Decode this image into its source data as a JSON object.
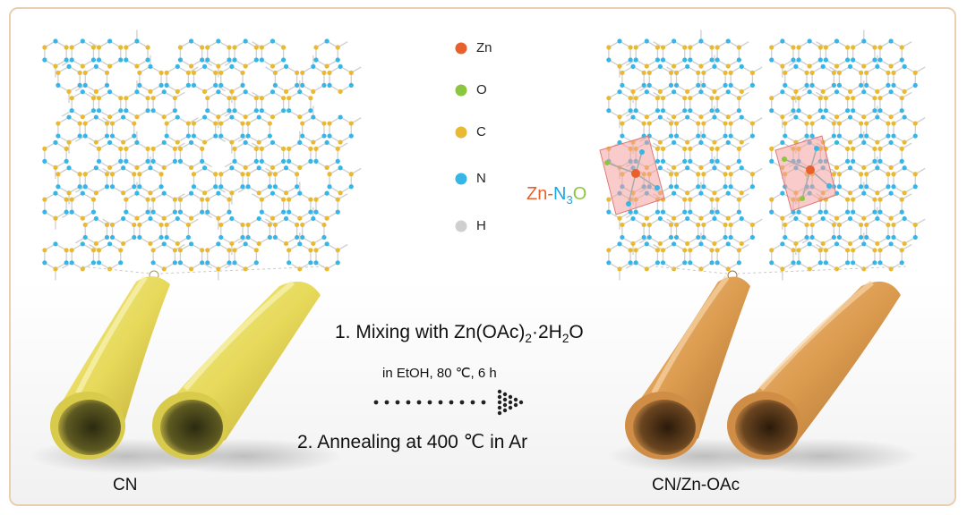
{
  "legend": [
    {
      "label": "Zn",
      "color": "#e8602c"
    },
    {
      "label": "O",
      "color": "#8cc63f"
    },
    {
      "label": "C",
      "color": "#e8b931"
    },
    {
      "label": "N",
      "color": "#35b6e6"
    },
    {
      "label": "H",
      "color": "#cfcfcf"
    }
  ],
  "site_label": {
    "metal": "Zn",
    "dash": "-",
    "n": "N",
    "n_sub": "3",
    "o": "O"
  },
  "colors": {
    "metal": "#e8602c",
    "nitrogen": "#1fa7e0",
    "oxygen": "#8cc63f",
    "cn_tube": "#e9dc5c",
    "cnzn_tube": "#d99a4e",
    "frame": "#e8cfb3"
  },
  "steps": {
    "step1_prefix": "1. Mixing with Zn(OAc)",
    "step1_sub1": "2",
    "step1_mid": "·2H",
    "step1_sub2": "2",
    "step1_suffix": "O",
    "conditions": "in EtOH, 80 ℃, 6 h",
    "step2": "2. Annealing at 400 ℃ in Ar"
  },
  "samples": {
    "left": "CN",
    "right": "CN/Zn-OAc"
  }
}
